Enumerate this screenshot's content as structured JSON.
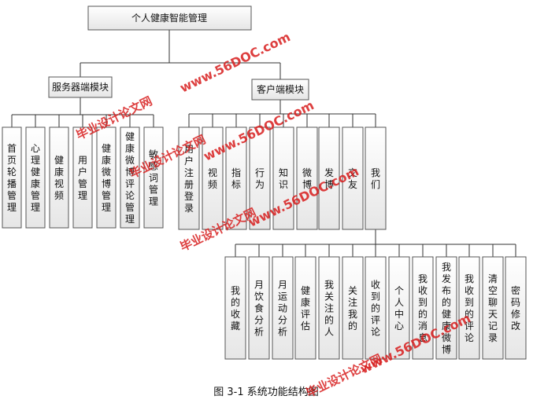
{
  "diagram": {
    "root": "个人健康智能管理",
    "server_module": {
      "label": "服务器端模块",
      "children": [
        "首页轮播管理",
        "心理健康管理",
        "健康视频",
        "用户管理",
        "健康微博管理",
        "健康微博评论管理",
        "敏感词管理"
      ]
    },
    "client_module": {
      "label": "客户端模块",
      "children": [
        "用户注册登录",
        "视频",
        "指标",
        "行为",
        "知识",
        "微博",
        "发博",
        "交友",
        "我们"
      ]
    },
    "me_children": [
      "我的收藏",
      "月饮食分析",
      "月运动分析",
      "健康评估",
      "我关注的人",
      "关注我的",
      "收到的评论",
      "个人中心",
      "我收到的消息",
      "我发布的健康微博",
      "我收到的评论",
      "清空聊天记录",
      "密码修改"
    ]
  },
  "caption": "图 3-1  系统功能结构图",
  "watermarks": [
    {
      "site": "www.56DOC.com",
      "name": "毕业设计论文网"
    },
    {
      "site": "www.56DOC.com",
      "name": "毕业设计论文网"
    },
    {
      "site": "www.56DOC.com",
      "name": "毕业设计论文网"
    },
    {
      "site": "www.56DOC.com",
      "name": "毕业设计论文网"
    }
  ]
}
